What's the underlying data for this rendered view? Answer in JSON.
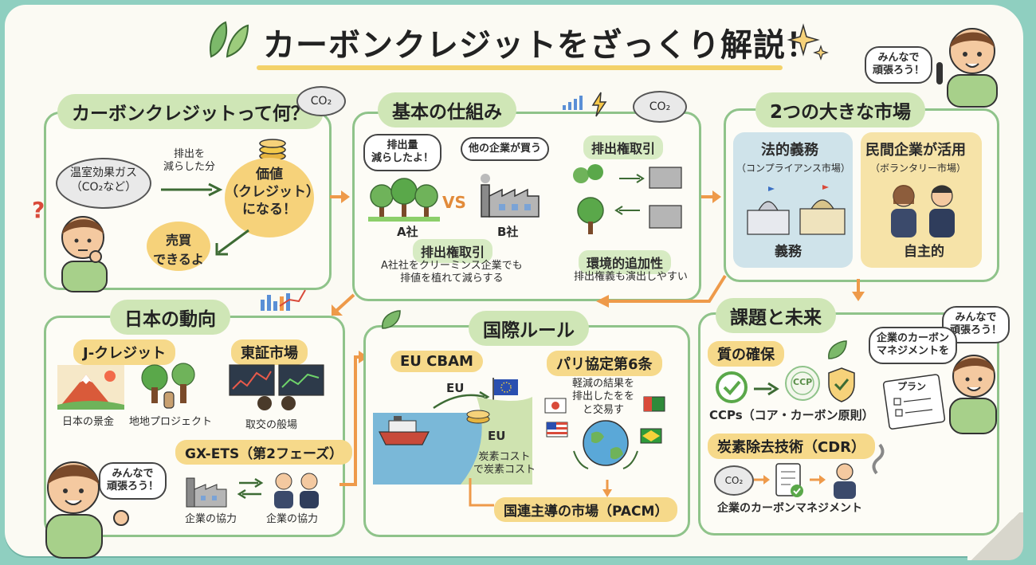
{
  "title": "カーボンクレジットをざっくり解説！",
  "top_speech": "みんなで\n頑張ろう！",
  "s1": {
    "heading": "カーボンクレジットって何？",
    "co2_cloud": "CO₂",
    "gas_cloud": "温室効果ガス\n（CO₂など）",
    "reduce_label": "排出を\n減らした分",
    "value_circle": "価値\n（クレジット）\nになる！",
    "trade_circle": "売買\nできるよ",
    "question": "?"
  },
  "s2": {
    "heading": "基本の仕組み",
    "co2_cloud": "CO₂",
    "bubble_a": "排出量\n減らしたよ！",
    "bubble_b": "他の企業が買う",
    "vs": "VS",
    "label_a": "A社",
    "label_b": "B社",
    "tag_trade_right": "排出権取引",
    "tag_trade_bottom": "排出権取引",
    "trade_desc": "A社社をクリーミンス企業でも\n排値を植れて減らする",
    "tag_env": "環境的追加性",
    "env_desc": "排出権義も演出しやすい"
  },
  "s3": {
    "heading": "2つの大きな市場",
    "legal_title": "法的義務",
    "legal_sub": "（コンプライアンス市場）",
    "legal_label": "義務",
    "private_title": "民間企業が活用",
    "private_sub": "（ボランタリー市場）",
    "private_label": "自主的"
  },
  "s4": {
    "heading": "日本の動向",
    "tag_jcredit": "J-クレジット",
    "tag_tse": "東証市場",
    "img1_label": "日本の景金",
    "img2_label": "地地プロジェクト",
    "img3_label": "取交の般場",
    "tag_gx": "GX-ETS（第2フェーズ）",
    "coop1": "企業の協力",
    "coop2": "企業の協力",
    "speech": "みんなで\n頑張ろう！"
  },
  "s5": {
    "heading": "国際ルール",
    "tag_cbam": "EU CBAM",
    "tag_paris": "パリ協定第6条",
    "eu_arrow": "EU",
    "eu_land": "EU",
    "carbon_cost": "炭素コスト\nで炭素コスト",
    "paris_desc": "軽減の結果を\n排出したをを\nと交易す",
    "tag_pacm": "国連主導の市場（PACM）"
  },
  "s6": {
    "heading": "課題と未来",
    "speech": "みんなで\n頑張ろう！",
    "bubble_mgmt": "企業のカーボン\nマネジメントを",
    "plan": "プラン",
    "tag_quality": "質の確保",
    "ccp_badge": "CCP",
    "ccps_label": "CCPs（コア・カーボン原則）",
    "tag_cdr": "炭素除去技術（CDR）",
    "co2_icon": "CO₂",
    "mgmt_label": "企業のカーボンマネジメント"
  },
  "colors": {
    "panel_border": "#8fc38a",
    "heading_pill": "#cfe6b6",
    "tag_yellow": "#f6d98a",
    "arrow_orange": "#ee9a4a",
    "legal_box": "#cfe3ea",
    "private_box": "#f6e3a8",
    "background": "#8fcfc0"
  }
}
